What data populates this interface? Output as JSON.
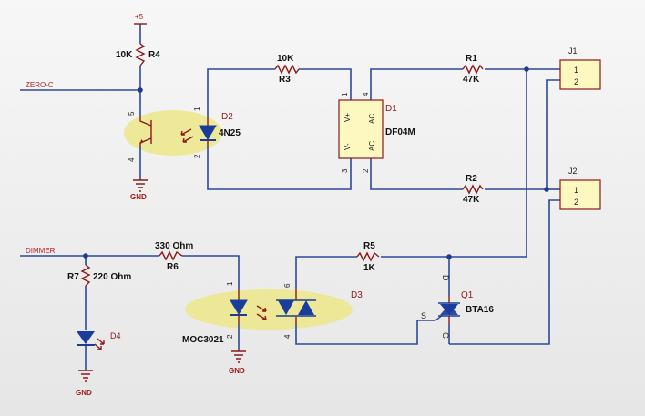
{
  "colors": {
    "wire": "#2c4a9a",
    "component_outline": "#8b1a1a",
    "ic_fill": "#fdf7c0",
    "highlight": "#ede78a",
    "net_label": "#b02020",
    "led": "#1a3c9a"
  },
  "power": {
    "label": "+5"
  },
  "nets": {
    "zero_c": "ZERO-C",
    "dimmer": "DIMMER"
  },
  "ground": {
    "label": "GND"
  },
  "r4": {
    "value": "10K",
    "ref": "R4"
  },
  "r3": {
    "value": "10K",
    "ref": "R3"
  },
  "r1": {
    "ref": "R1",
    "value": "47K"
  },
  "r2": {
    "ref": "R2",
    "value": "47K"
  },
  "r5": {
    "ref": "R5",
    "value": "1K"
  },
  "r6": {
    "value": "330 Ohm",
    "ref": "R6"
  },
  "r7": {
    "ref": "R7",
    "value": "220 Ohm"
  },
  "d1": {
    "ref": "D1",
    "part": "DF04M",
    "pins": {
      "vplus": "V+",
      "vminus": "V-",
      "ac1": "AC",
      "ac2": "AC",
      "p1": "1",
      "p2": "2",
      "p3": "3",
      "p4": "4"
    }
  },
  "d2": {
    "ref": "D2",
    "part": "4N25",
    "pins": {
      "p1": "1",
      "p2": "2",
      "p4": "4",
      "p5": "5"
    }
  },
  "d3": {
    "ref": "D3",
    "part": "MOC3021",
    "pins": {
      "p1": "1",
      "p2": "2",
      "p4": "4",
      "p6": "6"
    }
  },
  "d4": {
    "ref": "D4"
  },
  "q1": {
    "ref": "Q1",
    "part": "BTA16",
    "pins": {
      "d": "D",
      "s": "S",
      "g": "G"
    }
  },
  "j1": {
    "ref": "J1",
    "pins": [
      "1",
      "2"
    ]
  },
  "j2": {
    "ref": "J2",
    "pins": [
      "1",
      "2"
    ]
  }
}
